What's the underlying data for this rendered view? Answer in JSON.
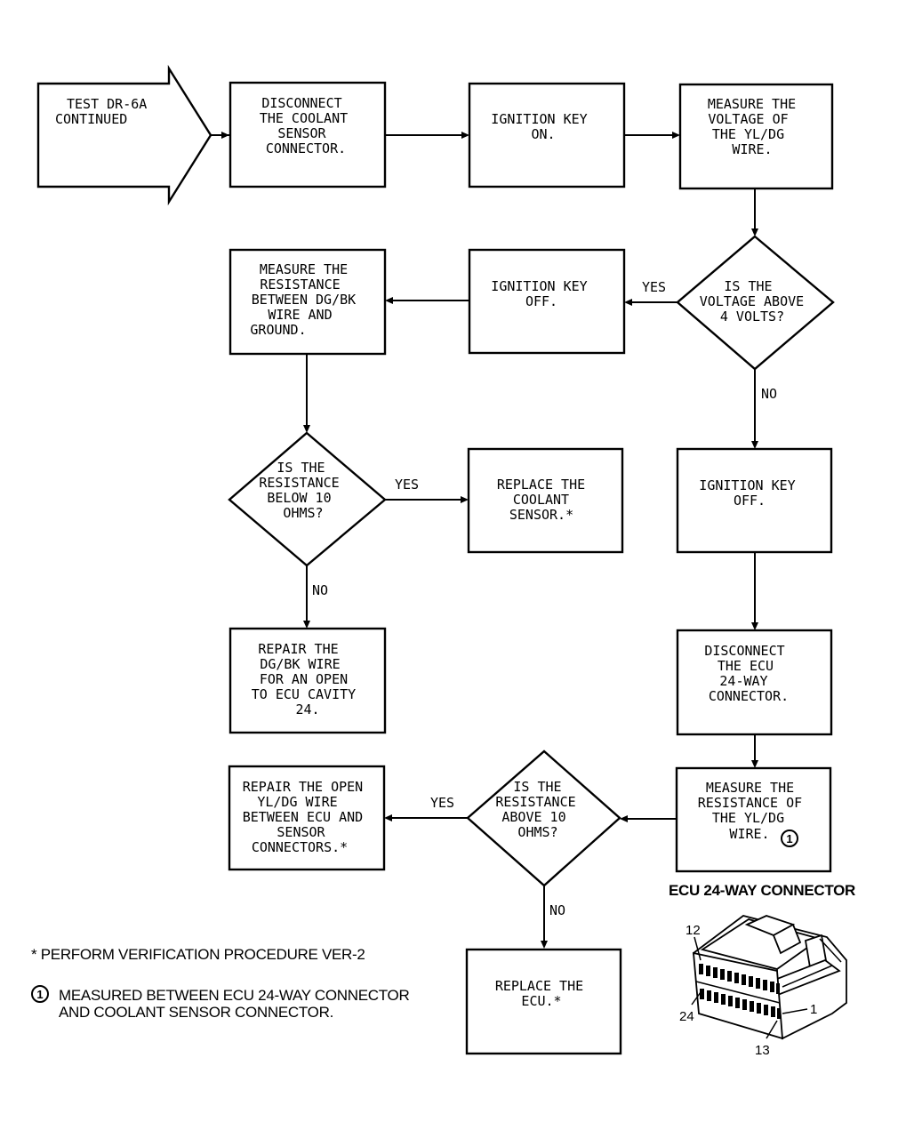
{
  "start": {
    "lines": [
      "TEST DR-6A",
      "CONTINUED"
    ]
  },
  "steps": {
    "disconnect_coolant": [
      "DISCONNECT",
      "THE COOLANT",
      "SENSOR",
      "CONNECTOR."
    ],
    "ignition_on": [
      "IGNITION KEY",
      "ON."
    ],
    "measure_voltage": [
      "MEASURE THE",
      "VOLTAGE OF",
      "THE YL/DG",
      "WIRE."
    ],
    "ignition_off_1": [
      "IGNITION KEY",
      "OFF."
    ],
    "measure_resistance_dgbk": [
      "MEASURE THE",
      "RESISTANCE",
      "BETWEEN DG/BK",
      "WIRE AND",
      "GROUND."
    ],
    "replace_sensor": [
      "REPLACE THE",
      "COOLANT",
      "SENSOR.*"
    ],
    "ignition_off_2": [
      "IGNITION KEY",
      "OFF."
    ],
    "repair_dgbk": [
      "REPAIR THE",
      "DG/BK WIRE",
      "FOR AN OPEN",
      "TO ECU CAVITY",
      "24."
    ],
    "disconnect_ecu": [
      "DISCONNECT",
      "THE ECU",
      "24-WAY",
      "CONNECTOR."
    ],
    "repair_yldg": [
      "REPAIR THE OPEN",
      "YL/DG WIRE",
      "BETWEEN ECU AND",
      "SENSOR",
      "CONNECTORS.*"
    ],
    "measure_resistance_yldg": [
      "MEASURE THE",
      "RESISTANCE OF",
      "THE YL/DG",
      "WIRE."
    ],
    "replace_ecu": [
      "REPLACE THE",
      "ECU.*"
    ]
  },
  "decisions": {
    "voltage_above": [
      "IS THE",
      "VOLTAGE ABOVE",
      "4 VOLTS?"
    ],
    "resistance_below": [
      "IS THE",
      "RESISTANCE",
      "BELOW 10",
      "OHMS?"
    ],
    "resistance_above": [
      "IS THE",
      "RESISTANCE",
      "ABOVE 10",
      "OHMS?"
    ]
  },
  "labels": {
    "yes": "YES",
    "no": "NO"
  },
  "footnote_mark": "1",
  "notes": {
    "star": "* PERFORM VERIFICATION PROCEDURE VER-2",
    "circle_line1": "MEASURED BETWEEN ECU 24-WAY CONNECTOR",
    "circle_line2": "AND COOLANT SENSOR CONNECTOR."
  },
  "connector": {
    "title": "ECU 24-WAY CONNECTOR",
    "pins": {
      "top_left": "12",
      "bottom_left": "24",
      "right": "1",
      "bottom": "13"
    }
  }
}
